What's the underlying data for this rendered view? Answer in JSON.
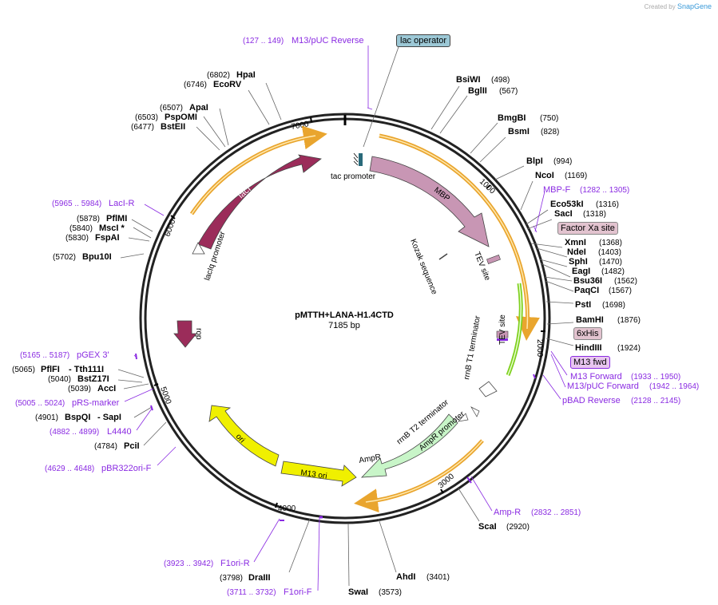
{
  "credit": {
    "prefix": "Created by",
    "brand": "SnapGene"
  },
  "plasmid": {
    "name": "pMTTH+LANA-H1.4CTD",
    "size": "7185 bp"
  },
  "ticks": [
    "1000",
    "2000",
    "3000",
    "4000",
    "5000",
    "6000",
    "7000"
  ],
  "features": {
    "lac_operator": "lac operator",
    "tac_promoter": "tac promoter",
    "mbp": "MBP",
    "factor_xa": "Factor Xa site",
    "kozak": "Kozak sequence",
    "tev1": "TEV site",
    "tev2": "TEV site",
    "rrnb_t1": "rrnB T1 terminator",
    "his6": "6xHis",
    "m13fwd_box": "M13 fwd",
    "rrnb_t2": "rrnB T2 terminator",
    "ampr_promoter": "AmpR promoter",
    "ampr": "AmpR",
    "m13_ori": "M13 ori",
    "ori": "ori",
    "rop": "rop",
    "lacI": "lacI",
    "laciq_promoter": "lacIq promoter"
  },
  "sites_right": [
    {
      "name": "BsiWI",
      "pos": "(498)"
    },
    {
      "name": "BglII",
      "pos": "(567)"
    },
    {
      "name": "BmgBI",
      "pos": "(750)"
    },
    {
      "name": "BsmI",
      "pos": "(828)"
    },
    {
      "name": "BlpI",
      "pos": "(994)"
    },
    {
      "name": "NcoI",
      "pos": "(1169)"
    },
    {
      "name": "Eco53kI",
      "pos": "(1316)"
    },
    {
      "name": "SacI",
      "pos": "(1318)"
    },
    {
      "name": "XmnI",
      "pos": "(1368)"
    },
    {
      "name": "NdeI",
      "pos": "(1403)"
    },
    {
      "name": "SphI",
      "pos": "(1470)"
    },
    {
      "name": "EagI",
      "pos": "(1482)"
    },
    {
      "name": "Bsu36I",
      "pos": "(1562)"
    },
    {
      "name": "PaqCI",
      "pos": "(1567)"
    },
    {
      "name": "PstI",
      "pos": "(1698)"
    },
    {
      "name": "BamHI",
      "pos": "(1876)"
    },
    {
      "name": "HindIII",
      "pos": "(1924)"
    },
    {
      "name": "ScaI",
      "pos": "(2920)"
    },
    {
      "name": "AhdI",
      "pos": "(3401)"
    },
    {
      "name": "SwaI",
      "pos": "(3573)"
    }
  ],
  "sites_left": [
    {
      "name": "HpaI",
      "pos": "(6802)"
    },
    {
      "name": "EcoRV",
      "pos": "(6746)"
    },
    {
      "name": "ApaI",
      "pos": "(6507)"
    },
    {
      "name": "PspOMI",
      "pos": "(6503)"
    },
    {
      "name": "BstEII",
      "pos": "(6477)"
    },
    {
      "name": "PflMI",
      "pos": "(5878)"
    },
    {
      "name": "MscI *",
      "pos": "(5840)"
    },
    {
      "name": "FspAI",
      "pos": "(5830)"
    },
    {
      "name": "Bpu10I",
      "pos": "(5702)"
    },
    {
      "name": "PflFI",
      "pos": "(5065)"
    },
    {
      "name": "- Tth111I",
      "pos": ""
    },
    {
      "name": "BstZ17I",
      "pos": "(5040)"
    },
    {
      "name": "AccI",
      "pos": "(5039)"
    },
    {
      "name": "BspQI",
      "pos": "(4901)"
    },
    {
      "name": "- SapI",
      "pos": ""
    },
    {
      "name": "PciI",
      "pos": "(4784)"
    },
    {
      "name": "DraIII",
      "pos": "(3798)"
    }
  ],
  "primers": [
    {
      "name": "M13/pUC Reverse",
      "range": "(127 .. 149)"
    },
    {
      "name": "MBP-F",
      "range": "(1282 .. 1305)"
    },
    {
      "name": "M13 Forward",
      "range": "(1933 .. 1950)"
    },
    {
      "name": "M13/pUC Forward",
      "range": "(1942 .. 1964)"
    },
    {
      "name": "pBAD Reverse",
      "range": "(2128 .. 2145)"
    },
    {
      "name": "Amp-R",
      "range": "(2832 .. 2851)"
    },
    {
      "name": "F1ori-F",
      "range": "(3711 .. 3732)"
    },
    {
      "name": "F1ori-R",
      "range": "(3923 .. 3942)"
    },
    {
      "name": "pBR322ori-F",
      "range": "(4629 .. 4648)"
    },
    {
      "name": "L4440",
      "range": "(4882 .. 4899)"
    },
    {
      "name": "pRS-marker",
      "range": "(5005 .. 5024)"
    },
    {
      "name": "pGEX 3'",
      "range": "(5165 .. 5187)"
    },
    {
      "name": "LacI-R",
      "range": "(5965 .. 5984)"
    }
  ],
  "colors": {
    "backbone": "#222222",
    "mbp": "#c896b4",
    "laci": "#9b2c5a",
    "ampr": "#c8f5c8",
    "ori": "#f0f000",
    "orange_arc": "#e6960a",
    "green_arc": "#80d020",
    "primer": "#8a2be2",
    "lac_operator": "#7fb5c8",
    "factor_xa": "#d8b0c0"
  }
}
